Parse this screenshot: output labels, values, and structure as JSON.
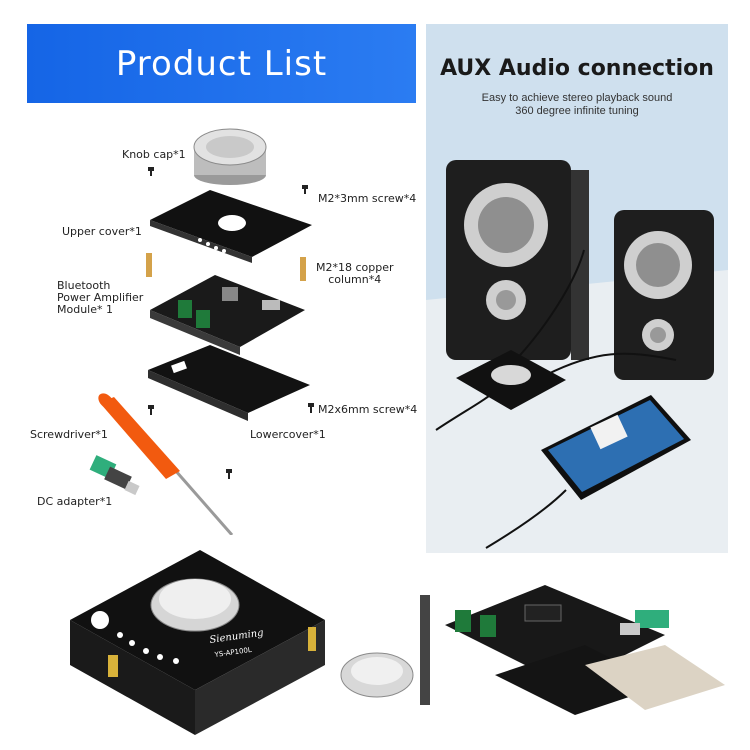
{
  "banner": {
    "title": "Product List"
  },
  "aux": {
    "title": "AUX Audio connection",
    "subtitle_1": "Easy to achieve stereo playback sound",
    "subtitle_2": "360 degree infinite tuning"
  },
  "parts": {
    "knob_cap": "Knob cap*1",
    "m2_3mm_screw": "M2*3mm screw*4",
    "upper_cover": "Upper cover*1",
    "bt_module_1": "Bluetooth",
    "bt_module_2": "Power Amplifier",
    "bt_module_3": "Module* 1",
    "copper_column_1": "M2*18 copper",
    "copper_column_2": "column*4",
    "m2_6mm_screw": "M2x6mm screw*4",
    "screwdriver": "Screwdriver*1",
    "lower_cover": "Lowercover*1",
    "dc_adapter": "DC adapter*1"
  },
  "board": {
    "brand": "Sienuming",
    "model": "YS-AP100L"
  },
  "colors": {
    "banner": "#1565e6",
    "aux_bg": "#cfe0ee",
    "board": "#111111",
    "screwdriver": "#f25a0f"
  }
}
